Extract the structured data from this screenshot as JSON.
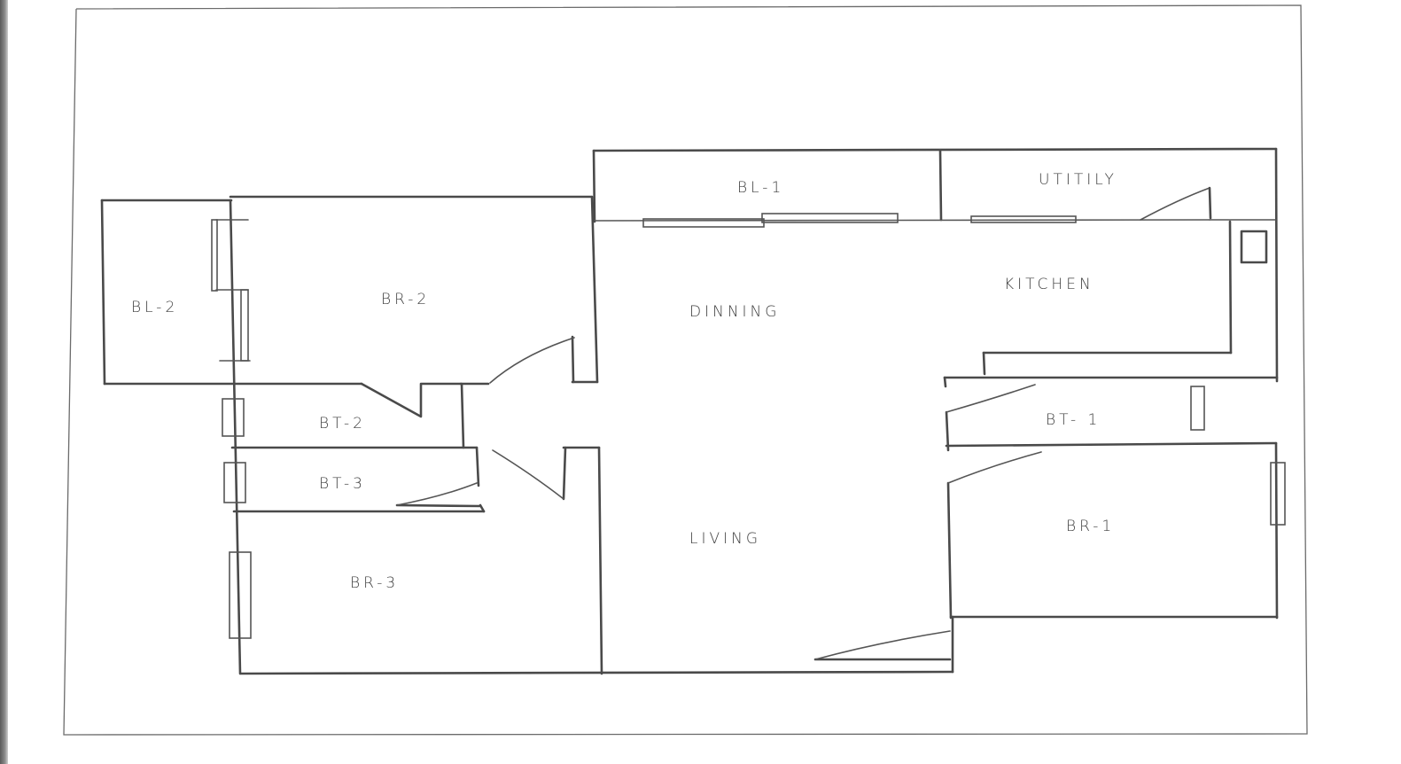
{
  "plan": {
    "rooms": {
      "bl1": "BL-1",
      "utility": "UTITILY",
      "bl2_balcony": "BL-2",
      "br2": "BR-2",
      "dining": "DINNING",
      "kitchen": "KITCHEN",
      "bt2": "BT-2",
      "bt3": "BT-3",
      "bt1": "BT- 1",
      "living": "LIVING",
      "br1": "BR-1",
      "br3": "BR-3"
    }
  }
}
